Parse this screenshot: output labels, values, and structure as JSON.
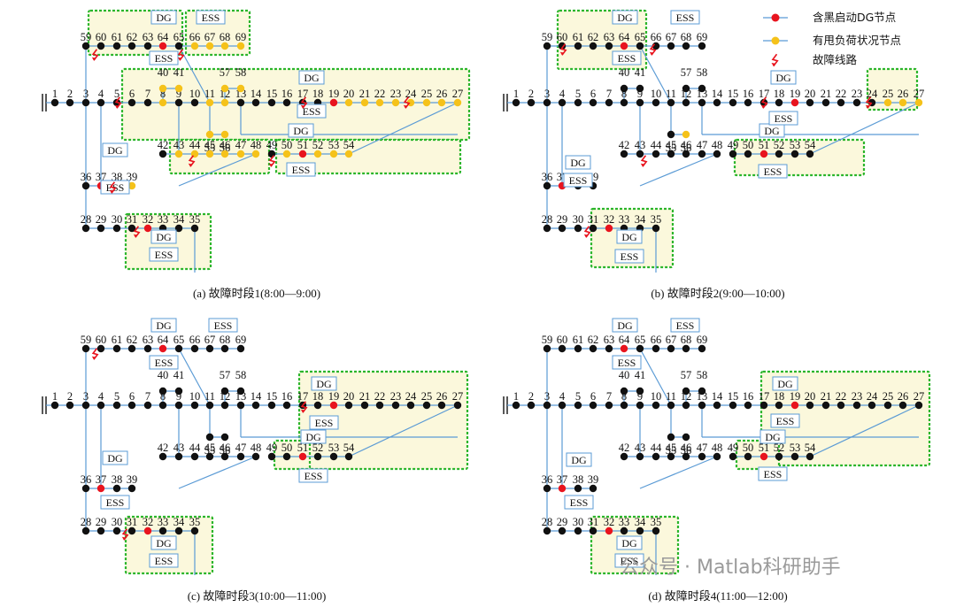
{
  "legend": {
    "black_start_dg": "含黑启动DG节点",
    "critical_load": "有甩负荷状况节点",
    "fault_line": "故障线路"
  },
  "tags": {
    "dg": "DG",
    "ess": "ESS"
  },
  "panels": [
    {
      "caption": "(a) 故障时段1(8:00—9:00)"
    },
    {
      "caption": "(b) 故障时段2(9:00—10:00)"
    },
    {
      "caption": "(c) 故障时段3(10:00—11:00)"
    },
    {
      "caption": "(d) 故障时段4(11:00—12:00)"
    }
  ],
  "watermark": "公众号 · Matlab科研助手",
  "colors": {
    "line": "#5b9bd5",
    "node": "#111111",
    "dg_node": "#e8141e",
    "load_node": "#f5c21a",
    "island_border": "#2bb52b",
    "island_fill": "#fbf8dc",
    "fault": "#e8141e"
  },
  "node_labels": {
    "main": [
      "1",
      "2",
      "3",
      "4",
      "5",
      "6",
      "7",
      "8",
      "9",
      "10",
      "11",
      "12",
      "13",
      "14",
      "15",
      "16",
      "17",
      "18",
      "19",
      "20",
      "21",
      "22",
      "23",
      "24",
      "25",
      "26",
      "27"
    ],
    "top": [
      "59",
      "60",
      "61",
      "62",
      "63",
      "64",
      "65",
      "66",
      "67",
      "68",
      "69"
    ],
    "b40": [
      "40",
      "41"
    ],
    "b57": [
      "57",
      "58"
    ],
    "b55": [
      "55",
      "56"
    ],
    "mid": [
      "42",
      "43",
      "44",
      "45",
      "46",
      "47",
      "48"
    ],
    "right": [
      "49",
      "50",
      "51",
      "52",
      "53",
      "54"
    ],
    "b36": [
      "36",
      "37",
      "38",
      "39"
    ],
    "bottom": [
      "28",
      "29",
      "30",
      "31",
      "32",
      "33",
      "34",
      "35"
    ]
  }
}
